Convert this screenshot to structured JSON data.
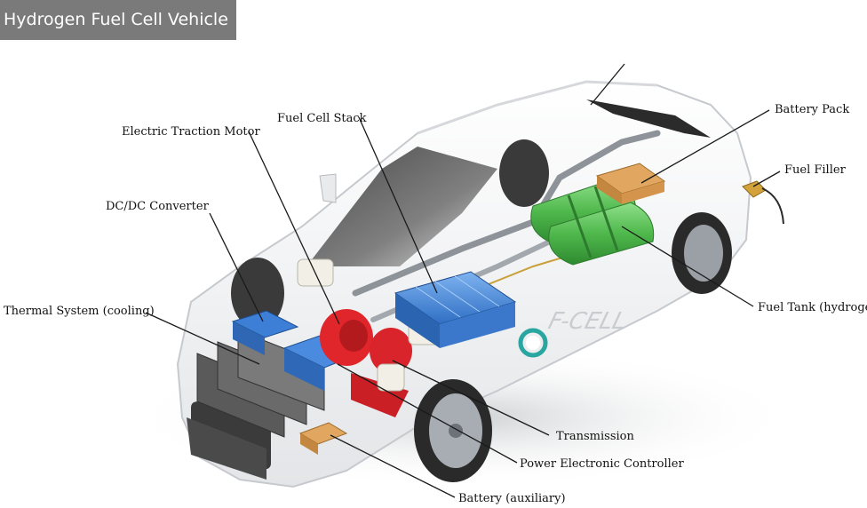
{
  "title": "Hydrogen Fuel Cell Vehicle",
  "car_badge": "F-CELL",
  "colors": {
    "title_bg": "#7a7a7a",
    "fuel_cell_blue": "#3d7fd6",
    "motor_red": "#e0262b",
    "tank_green": "#5cc45a",
    "battery_orange": "#c9863a",
    "leader_line": "#1a1a1a"
  },
  "labels": {
    "electric_traction_motor": "Electric Traction Motor",
    "fuel_cell_stack": "Fuel Cell Stack",
    "battery_pack": "Battery Pack",
    "fuel_filler": "Fuel Filler",
    "dcdc_converter": "DC/DC Converter",
    "thermal_system": "Thermal System (cooling)",
    "fuel_tank": "Fuel Tank (hydrogen)",
    "transmission": "Transmission",
    "power_electronic_controller": "Power Electronic Controller",
    "battery_auxiliary": "Battery (auxiliary)"
  }
}
